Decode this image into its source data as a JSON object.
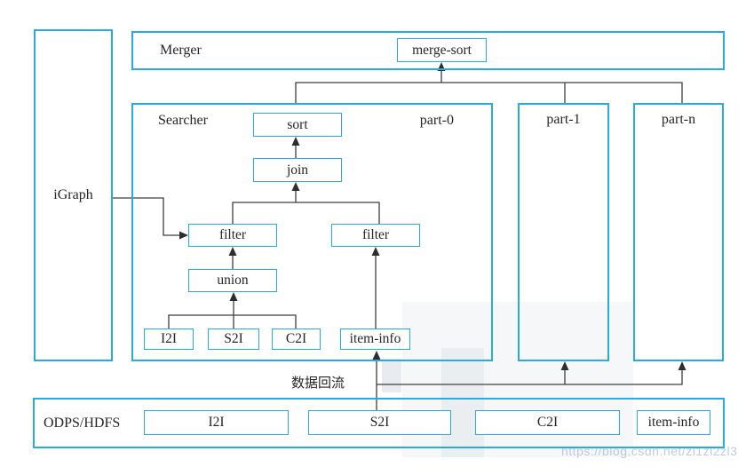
{
  "colors": {
    "box_border": "#29abe2",
    "flow_line": "#3f3f3f",
    "text": "#262626",
    "watermark_text": "#a8b9cd"
  },
  "containers": {
    "igraph": {
      "label": "iGraph"
    },
    "merger": {
      "label": "Merger"
    },
    "searcher": {
      "label": "Searcher",
      "part": "part-0"
    },
    "part1": {
      "label": "part-1"
    },
    "partn": {
      "label": "part-n"
    },
    "odps": {
      "label": "ODPS/HDFS"
    }
  },
  "nodes": {
    "merge_sort": "merge-sort",
    "sort": "sort",
    "join": "join",
    "filter": "filter",
    "union": "union",
    "i2i": "I2I",
    "s2i": "S2I",
    "c2i": "C2I",
    "item_info": "item-info"
  },
  "odps_row": {
    "i2i": "I2I",
    "s2i": "S2I",
    "c2i": "C2I",
    "item_info": "item-info"
  },
  "annotations": {
    "data_backflow": "数据回流",
    "watermark_url": "https://blog.csdn.net/zl1zl2zl3"
  }
}
